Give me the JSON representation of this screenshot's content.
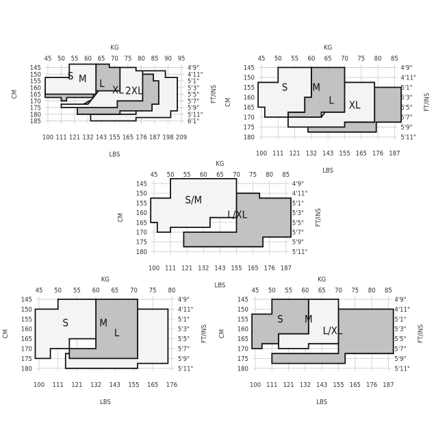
{
  "chart_data": [
    {
      "type": "size-chart",
      "top_axis_label": "KG",
      "bottom_axis_label": "LBS",
      "left_axis_label": "CM",
      "right_axis_label": "FT/INS",
      "kg_ticks": [
        "45",
        "50",
        "55",
        "60",
        "65",
        "70",
        "75",
        "80",
        "85",
        "90",
        "95"
      ],
      "lbs_ticks": [
        "100",
        "111",
        "121",
        "132",
        "143",
        "155",
        "165",
        "176",
        "187",
        "198",
        "209"
      ],
      "cm_ticks": [
        "145",
        "150",
        "155",
        "160",
        "165",
        "170",
        "175",
        "180",
        "185"
      ],
      "ftin_ticks": [
        "4'9\"",
        "4'11\"",
        "5'1\"",
        "5'3\"",
        "5'5\"",
        "5'7\"",
        "5'9\"",
        "5'11\"",
        "6'1\""
      ],
      "sizes": [
        {
          "name": "2XL",
          "shade": "light",
          "outline": [
            [
              78,
              160
            ],
            [
              78,
              147.5
            ],
            [
              89,
              147.5
            ],
            [
              89,
              152.5
            ],
            [
              93.5,
              152.5
            ],
            [
              93.5,
              177.5
            ],
            [
              91,
              177.5
            ],
            [
              91,
              182.5
            ],
            [
              78,
              182.5
            ],
            [
              78,
              185
            ],
            [
              61,
              185
            ],
            [
              61,
              180
            ],
            [
              78,
              180
            ]
          ]
        },
        {
          "name": "XL",
          "shade": "dark",
          "outline": [
            [
              72,
              157.5
            ],
            [
              72,
              150
            ],
            [
              84.5,
              150
            ],
            [
              84.5,
              155
            ],
            [
              86.5,
              155
            ],
            [
              86.5,
              172.5
            ],
            [
              84,
              172.5
            ],
            [
              84,
              177.5
            ],
            [
              72,
              177.5
            ],
            [
              72,
              180
            ],
            [
              56,
              180
            ],
            [
              56,
              175
            ]
          ]
        },
        {
          "name": "L",
          "shade": "light",
          "outline": [
            [
              68,
              152.5
            ],
            [
              68,
              145
            ],
            [
              78,
              145
            ],
            [
              78,
              147.5
            ],
            [
              80.5,
              147.5
            ],
            [
              80.5,
              170
            ],
            [
              71,
              170
            ],
            [
              71,
              175
            ],
            [
              50,
              175
            ],
            [
              50,
              172.5
            ],
            [
              60,
              172.5
            ]
          ]
        },
        {
          "name": "M",
          "shade": "dark",
          "outline": [
            [
              63,
              150
            ],
            [
              63,
              142.5
            ],
            [
              68,
              142.5
            ],
            [
              68,
              145
            ],
            [
              72,
              145
            ],
            [
              72,
              162.5
            ],
            [
              62,
              162.5
            ],
            [
              62,
              167.5
            ],
            [
              52,
              167.5
            ],
            [
              52,
              170
            ],
            [
              50,
              170
            ],
            [
              50,
              167.5
            ],
            [
              44,
              167.5
            ],
            [
              44,
              162.5
            ],
            [
              55,
              162.5
            ],
            [
              55,
              150
            ]
          ]
        },
        {
          "name": "S",
          "shade": "light",
          "outline": [
            [
              53,
              152.5
            ],
            [
              53,
              142.5
            ],
            [
              63,
              142.5
            ],
            [
              63,
              165
            ],
            [
              44,
              165
            ],
            [
              44,
              152.5
            ]
          ]
        }
      ]
    },
    {
      "type": "size-chart",
      "top_axis_label": "KG",
      "bottom_axis_label": "LBS",
      "left_axis_label": "CM",
      "right_axis_label": "FT/INS",
      "kg_ticks": [
        "45",
        "50",
        "55",
        "60",
        "65",
        "70",
        "75",
        "80",
        "85"
      ],
      "lbs_ticks": [
        "100",
        "111",
        "121",
        "132",
        "143",
        "155",
        "165",
        "176",
        "187"
      ],
      "cm_ticks": [
        "145",
        "150",
        "155",
        "160",
        "165",
        "170",
        "175",
        "180"
      ],
      "ftin_ticks": [
        "4'9\"",
        "4'11\"",
        "5'1\"",
        "5'3\"",
        "5'5\"",
        "5'7\"",
        "5'9\"",
        "5'11\""
      ],
      "sizes": [
        {
          "name": "XL",
          "shade": "dark",
          "outline": [
            [
              79,
              157.5
            ],
            [
              79,
              155
            ],
            [
              87,
              155
            ],
            [
              87,
              172.5
            ],
            [
              79.5,
              172.5
            ],
            [
              79.5,
              177.5
            ],
            [
              59,
              177.5
            ],
            [
              59,
              172.5
            ],
            [
              79,
              172.5
            ]
          ]
        },
        {
          "name": "L",
          "shade": "light",
          "outline": [
            [
              70,
              155
            ],
            [
              70,
              152.5
            ],
            [
              79,
              152.5
            ],
            [
              79,
              172.5
            ],
            [
              70,
              172.5
            ],
            [
              70,
              175
            ],
            [
              53,
              175
            ],
            [
              53,
              170
            ],
            [
              63,
              170
            ]
          ]
        },
        {
          "name": "M",
          "shade": "dark",
          "outline": [
            [
              60,
              147.5
            ],
            [
              60,
              145
            ],
            [
              70,
              145
            ],
            [
              70,
              167.5
            ],
            [
              63,
              167.5
            ],
            [
              63,
              170
            ],
            [
              53,
              170
            ],
            [
              53,
              167.5
            ],
            [
              58,
              167.5
            ],
            [
              58,
              160
            ],
            [
              60,
              160
            ]
          ]
        },
        {
          "name": "S",
          "shade": "light",
          "outline": [
            [
              50,
              152.5
            ],
            [
              50,
              145
            ],
            [
              60,
              145
            ],
            [
              60,
              160
            ],
            [
              58,
              160
            ],
            [
              58,
              167.5
            ],
            [
              53,
              167.5
            ],
            [
              53,
              170
            ],
            [
              46,
              170
            ],
            [
              46,
              165
            ],
            [
              44,
              165
            ],
            [
              44,
              152.5
            ]
          ]
        }
      ]
    },
    {
      "type": "size-chart",
      "top_axis_label": "KG",
      "bottom_axis_label": "LBS",
      "left_axis_label": "CM",
      "right_axis_label": "FT/INS",
      "kg_ticks": [
        "45",
        "50",
        "55",
        "60",
        "65",
        "70",
        "75",
        "80",
        "85"
      ],
      "lbs_ticks": [
        "100",
        "111",
        "121",
        "132",
        "143",
        "155",
        "165",
        "176",
        "187"
      ],
      "cm_ticks": [
        "145",
        "150",
        "155",
        "160",
        "165",
        "170",
        "175",
        "180"
      ],
      "ftin_ticks": [
        "4'9\"",
        "4'11\"",
        "5'1\"",
        "5'3\"",
        "5'5\"",
        "5'7\"",
        "5'9\"",
        "5'11\""
      ],
      "sizes": [
        {
          "name": "L/XL",
          "shade": "dark",
          "outline": [
            [
              70,
              152.5
            ],
            [
              70,
              150
            ],
            [
              77,
              150
            ],
            [
              77,
              152.5
            ],
            [
              86.5,
              152.5
            ],
            [
              86.5,
              172.5
            ],
            [
              78,
              172.5
            ],
            [
              78,
              177.5
            ],
            [
              54,
              177.5
            ],
            [
              54,
              170
            ],
            [
              70,
              170
            ]
          ]
        },
        {
          "name": "S/M",
          "shade": "light",
          "outline": [
            [
              50,
              152.5
            ],
            [
              50,
              142.5
            ],
            [
              70,
              142.5
            ],
            [
              70,
              162.5
            ],
            [
              62,
              162.5
            ],
            [
              62,
              167.5
            ],
            [
              50,
              167.5
            ],
            [
              50,
              170
            ],
            [
              46,
              170
            ],
            [
              46,
              165
            ],
            [
              44,
              165
            ],
            [
              44,
              152.5
            ]
          ]
        }
      ]
    },
    {
      "type": "size-chart",
      "top_axis_label": "KG",
      "bottom_axis_label": "LBS",
      "left_axis_label": "CM",
      "right_axis_label": "FT/INS",
      "kg_ticks": [
        "45",
        "50",
        "55",
        "60",
        "65",
        "70",
        "75",
        "80"
      ],
      "lbs_ticks": [
        "100",
        "111",
        "121",
        "132",
        "143",
        "155",
        "165",
        "176"
      ],
      "cm_ticks": [
        "145",
        "150",
        "155",
        "160",
        "165",
        "170",
        "175",
        "180"
      ],
      "ftin_ticks": [
        "4'9\"",
        "4'11\"",
        "5'1\"",
        "5'3\"",
        "5'5\"",
        "5'7\"",
        "5'9\"",
        "5'11\""
      ],
      "sizes": [
        {
          "name": "L",
          "shade": "light",
          "outline": [
            [
              71,
              150
            ],
            [
              71,
              150
            ],
            [
              79,
              150
            ],
            [
              79,
              177.5
            ],
            [
              71,
              177.5
            ],
            [
              71,
              180
            ],
            [
              52,
              180
            ],
            [
              52,
              172.5
            ],
            [
              71,
              172.5
            ]
          ]
        },
        {
          "name": "M",
          "shade": "dark",
          "outline": [
            [
              60,
              145
            ],
            [
              60,
              145
            ],
            [
              71,
              145
            ],
            [
              71,
              175
            ],
            [
              53,
              175
            ],
            [
              53,
              170
            ],
            [
              60,
              170
            ]
          ]
        },
        {
          "name": "S",
          "shade": "light",
          "outline": [
            [
              50,
              150
            ],
            [
              50,
              145
            ],
            [
              60,
              145
            ],
            [
              60,
              165
            ],
            [
              53,
              165
            ],
            [
              53,
              170
            ],
            [
              48,
              170
            ],
            [
              48,
              175
            ],
            [
              44,
              175
            ],
            [
              44,
              150
            ]
          ]
        }
      ]
    },
    {
      "type": "size-chart",
      "top_axis_label": "KG",
      "bottom_axis_label": "LBS",
      "left_axis_label": "CM",
      "right_axis_label": "FT/INS",
      "kg_ticks": [
        "45",
        "50",
        "55",
        "60",
        "65",
        "70",
        "75",
        "80",
        "85"
      ],
      "lbs_ticks": [
        "100",
        "111",
        "121",
        "132",
        "143",
        "155",
        "165",
        "176",
        "187"
      ],
      "cm_ticks": [
        "145",
        "150",
        "155",
        "160",
        "165",
        "170",
        "175",
        "180"
      ],
      "ftin_ticks": [
        "4'9\"",
        "4'11\"",
        "5'1\"",
        "5'3\"",
        "5'5\"",
        "5'7\"",
        "5'9\"",
        "5'11\""
      ],
      "sizes": [
        {
          "name": "L/XL",
          "shade": "dark",
          "outline": [
            [
              70,
              152.5
            ],
            [
              70,
              150
            ],
            [
              86.5,
              150
            ],
            [
              86.5,
              172.5
            ],
            [
              72,
              172.5
            ],
            [
              72,
              177.5
            ],
            [
              50,
              177.5
            ],
            [
              50,
              172.5
            ],
            [
              70,
              172.5
            ]
          ]
        },
        {
          "name": "M",
          "shade": "light",
          "outline": [
            [
              61,
              152.5
            ],
            [
              61,
              145
            ],
            [
              70,
              145
            ],
            [
              70,
              167.5
            ],
            [
              61,
              167.5
            ],
            [
              61,
              170
            ],
            [
              52,
              170
            ],
            [
              52,
              162.5
            ],
            [
              61,
              162.5
            ]
          ]
        },
        {
          "name": "S",
          "shade": "dark",
          "outline": [
            [
              50,
              152.5
            ],
            [
              50,
              145
            ],
            [
              61,
              145
            ],
            [
              61,
              162.5
            ],
            [
              52,
              162.5
            ],
            [
              52,
              167.5
            ],
            [
              47,
              167.5
            ],
            [
              47,
              170
            ],
            [
              44,
              170
            ],
            [
              44,
              152.5
            ]
          ]
        }
      ]
    }
  ]
}
